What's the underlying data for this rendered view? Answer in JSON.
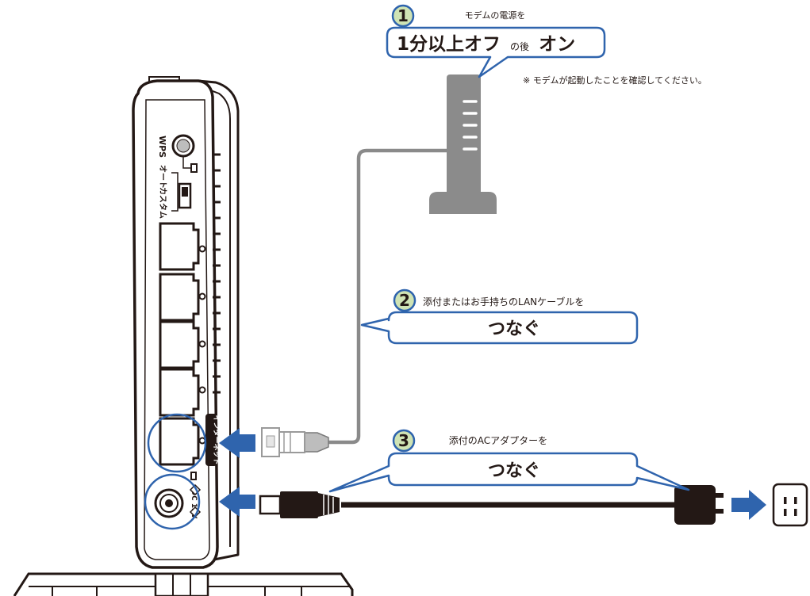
{
  "step1": {
    "number": "1",
    "caption": "モデムの電源を",
    "main_part1": "1分以上オフ",
    "main_small": "の後",
    "main_part2": "オン",
    "note": "※ モデムが起動したことを確認してください。"
  },
  "step2": {
    "number": "2",
    "caption": "添付またはお手持ちのLANケーブルを",
    "main": "つなぐ"
  },
  "step3": {
    "number": "3",
    "caption": "添付のACアダプターを",
    "main": "つなぐ"
  },
  "router": {
    "wps_label": "WPS",
    "mode_custom": "カスタム",
    "mode_auto": "オート",
    "internet_label": "インターネット",
    "dc_label": "DC 12V"
  },
  "colors": {
    "accent_blue": "#2f64ad",
    "badge_green": "#cfe3b4",
    "cable_gray": "#8a8a8a",
    "modem_gray": "#8b8b8b",
    "outline": "#231815"
  }
}
